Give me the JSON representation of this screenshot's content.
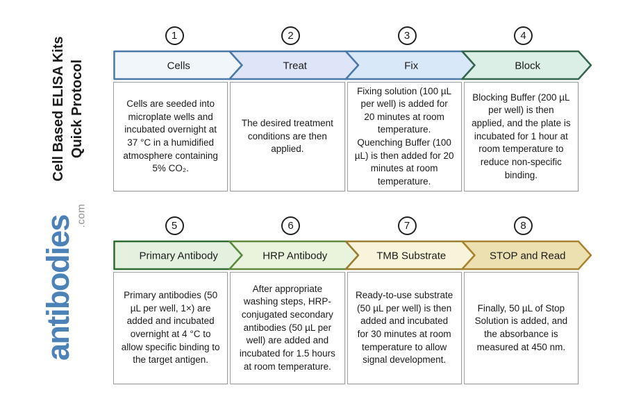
{
  "sidebar": {
    "title_line1": "Cell Based ELISA Kits",
    "title_line2": "Quick Protocol",
    "logo_text": "antibodies",
    "logo_suffix": ".com",
    "logo_color": "#4d82b8",
    "logo_suffix_color": "#909090"
  },
  "diagram": {
    "rows": [
      {
        "steps": [
          {
            "number": "1",
            "label": "Cells",
            "fill": "#f1f6fb",
            "border": "#4a79a8",
            "description": "Cells are seeded into microplate wells and incubated overnight at 37 °C in a humidified atmosphere containing 5% CO₂."
          },
          {
            "number": "2",
            "label": "Treat",
            "fill": "#dfe5f8",
            "border": "#4a79a8",
            "description": "The desired treatment conditions are then applied."
          },
          {
            "number": "3",
            "label": "Fix",
            "fill": "#d9e8f9",
            "border": "#4a79a8",
            "description": "Fixing solution (100 µL per well) is added for 20 minutes at room temperature. Quenching Buffer (100 µL) is then added for 20 minutes at room temperature."
          },
          {
            "number": "4",
            "label": "Block",
            "fill": "#dcefe6",
            "border": "#35654c",
            "description": "Blocking Buffer (200 µL per well) is then applied, and the plate is incubated for 1 hour at room temperature to reduce non-specific binding."
          }
        ]
      },
      {
        "steps": [
          {
            "number": "5",
            "label": "Primary Antibody",
            "fill": "#e4f1df",
            "border": "#2f6b31",
            "description": "Primary antibodies (50 µL per well, 1×) are added and incubated overnight at 4 °C to allow specific binding to the target antigen."
          },
          {
            "number": "6",
            "label": "HRP Antibody",
            "fill": "#eaf3dc",
            "border": "#5e8a3c",
            "description": "After appropriate washing steps, HRP-conjugated secondary antibodies (50 µL per well) are added and incubated for 1.5 hours at room temperature."
          },
          {
            "number": "7",
            "label": "TMB Substrate",
            "fill": "#f8f3d9",
            "border": "#9a7c33",
            "description": "Ready-to-use substrate (50 µL per well) is then added and incubated for 30 minutes at room temperature to allow signal development."
          },
          {
            "number": "8",
            "label": "STOP and Read",
            "fill": "#ecdfb0",
            "border": "#a5832f",
            "description": "Finally, 50 µL of Stop Solution is added, and the absorbance is measured at 450 nm."
          }
        ]
      }
    ]
  }
}
